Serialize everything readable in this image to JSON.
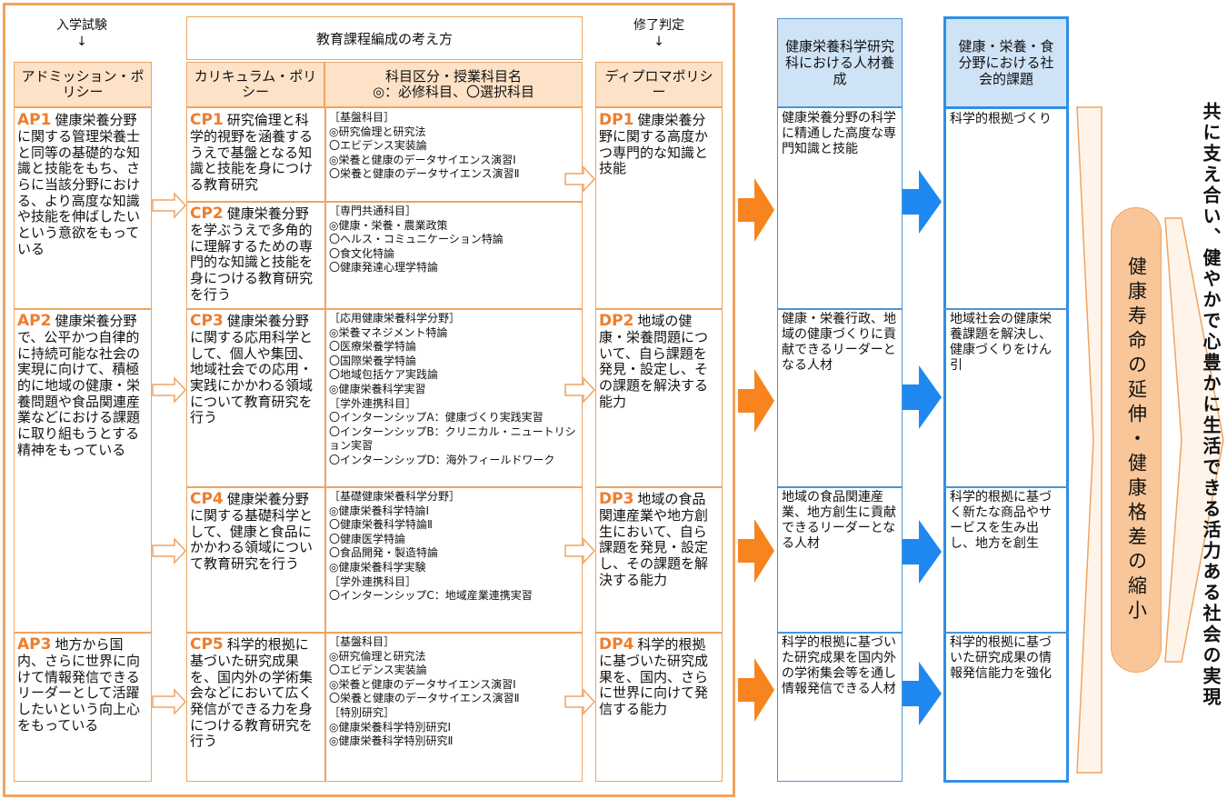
{
  "top_labels": {
    "entrance_exam": "入学試験",
    "curriculum_concept": "教育課程編成の考え方",
    "completion_judgment": "修了判定",
    "arrow_down": "↓"
  },
  "headers": {
    "admission": "アドミッション・ポリシー",
    "curriculum": "カリキュラム・ポリシー",
    "subjects_line1": "科目区分・授業科目名",
    "subjects_line2": "◎：必修科目、〇選択科目",
    "diploma": "ディプロマポリシー",
    "human_resources": "健康栄養科学研究科における人材養成",
    "social_issues": "健康・栄養・食分野における社会的課題"
  },
  "admission_policies": [
    {
      "code": "AP1",
      "text": "健康栄養分野に関する管理栄養士と同等の基礎的な知識と技能をもち、さらに当該分野における、より高度な知識や技能を伸ばしたいという意欲をもっている"
    },
    {
      "code": "AP2",
      "text": "健康栄養分野で、公平かつ自律的に持続可能な社会の実現に向けて、積極的に地域の健康・栄養問題や食品関連産業などにおける課題に取り組もうとする精神をもっている"
    },
    {
      "code": "AP3",
      "text": "地方から国内、さらに世界に向けて情報発信できるリーダーとして活躍したいという向上心をもっている"
    }
  ],
  "curriculum_policies": [
    {
      "code": "CP1",
      "text": "研究倫理と科学的視野を涵養するうえで基盤となる知識と技能を身につける教育研究"
    },
    {
      "code": "CP2",
      "text": "健康栄養分野を学ぶうえで多角的に理解するための専門的な知識と技能を身につける教育研究を行う"
    },
    {
      "code": "CP3",
      "text": "健康栄養分野に関する応用科学として、個人や集団、地域社会での応用・実践にかかわる領域について教育研究を行う"
    },
    {
      "code": "CP4",
      "text": "健康栄養分野に関する基礎科学として、健康と食品にかかわる領域について教育研究を行う"
    },
    {
      "code": "CP5",
      "text": "科学的根拠に基づいた研究成果を、国内外の学術集会などにおいて広く発信ができる力を身につける教育研究を行う"
    }
  ],
  "subjects": [
    "［基盤科目］\n◎研究倫理と研究法\n〇エビデンス実装論\n◎栄養と健康のデータサイエンス演習Ⅰ\n〇栄養と健康のデータサイエンス演習Ⅱ",
    "［専門共通科目］\n◎健康・栄養・農業政策\n〇ヘルス・コミュニケーション特論\n〇食文化特論\n〇健康発達心理学特論",
    "［応用健康栄養科学分野］\n◎栄養マネジメント特論\n〇医療栄養学特論\n〇国際栄養学特論\n〇地域包括ケア実践論\n◎健康栄養科学実習\n［学外連携科目］\n〇インターンシップA：健康づくり実践実習\n〇インターンシップB：クリニカル・ニュートリション実習\n〇インターンシップD：海外フィールドワーク",
    "［基礎健康栄養科学分野］\n◎健康栄養科学特論Ⅰ\n〇健康栄養科学特論Ⅱ\n〇健康医学特論\n〇食品開発・製造特論\n◎健康栄養科学実験\n［学外連携科目］\n〇インターンシップC：地域産業連携実習",
    "［基盤科目］\n◎研究倫理と研究法\n〇エビデンス実装論\n◎栄養と健康のデータサイエンス演習Ⅰ\n〇栄養と健康のデータサイエンス演習Ⅱ\n［特別研究］\n◎健康栄養科学特別研究Ⅰ\n◎健康栄養科学特別研究Ⅱ"
  ],
  "diploma_policies": [
    {
      "code": "DP1",
      "text": "健康栄養分野に関する高度かつ専門的な知識と技能"
    },
    {
      "code": "DP2",
      "text": "地域の健康・栄養問題について、自ら課題を発見・設定し、その課題を解決する能力"
    },
    {
      "code": "DP3",
      "text": "地域の食品関連産業や地方創生において、自ら課題を発見・設定し、その課題を解決する能力"
    },
    {
      "code": "DP4",
      "text": "科学的根拠に基づいた研究成果を、国内、さらに世界に向けて発信する能力"
    }
  ],
  "human_resources": [
    "健康栄養分野の科学に精通した高度な専門知識と技能",
    "健康・栄養行政、地域の健康づくりに貢献できるリーダーとなる人材",
    "地域の食品関連産業、地方創生に貢献できるリーダーとなる人材",
    "科学的根拠に基づいた研究成果を国内外の学術集会等を通し情報発信できる人材"
  ],
  "social_issues": [
    "科学的根拠づくり",
    "地域社会の健康栄養課題を解決し、健康づくりをけん引",
    "科学的根拠に基づく新たな商品やサービスを生み出し、地方を創生",
    "科学的根拠に基づいた研究成果の情報発信能力を強化"
  ],
  "goal_pill": "健康寿命の延伸・健康格差の縮小",
  "final_goal": "共に支え合い、健やかで心豊かに生活できる活力ある社会の実現",
  "colors": {
    "orange_border": "#f0a460",
    "orange_fill": "#fde2c7",
    "orange_text": "#ee7d2b",
    "orange_arrow": "#f7841e",
    "blue_border": "#2f8fe4",
    "blue_fill": "#cfe3f6",
    "blue_arrow": "#1e88f0",
    "pill_fill": "#f8c698"
  }
}
